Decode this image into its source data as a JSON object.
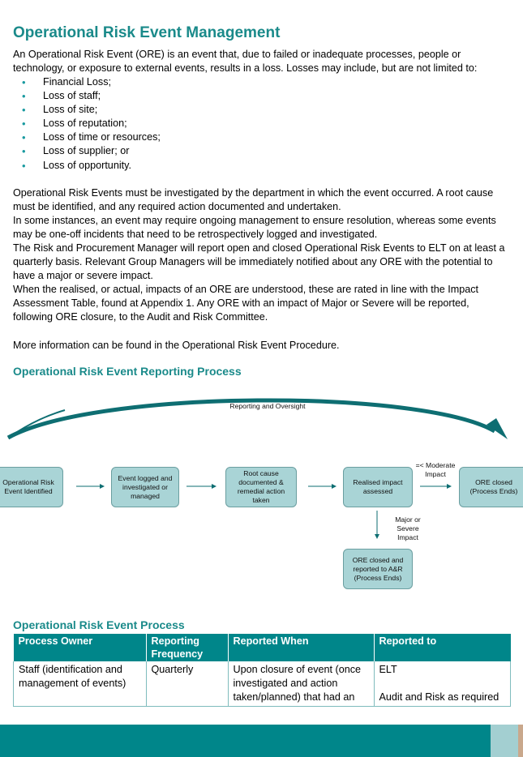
{
  "title": "Operational Risk Event Management",
  "intro": "An Operational Risk Event (ORE) is an event that, due to failed or inadequate processes, people or technology, or exposure to external events, results in a loss. Losses may include, but are not limited to:",
  "losses": [
    "Financial Loss;",
    "Loss of staff;",
    "Loss of site;",
    "Loss of reputation;",
    "Loss of time or resources;",
    "Loss of supplier; or",
    "Loss of opportunity."
  ],
  "paragraphs": [
    "Operational Risk Events must be investigated by the department in which the event occurred. A root cause must be identified, and any required action documented and undertaken.",
    "In some instances, an event may require ongoing management to ensure resolution, whereas some events may be one-off incidents that need to be retrospectively logged and investigated.",
    "The Risk and Procurement Manager will report open and closed Operational Risk Events to ELT on at least a quarterly basis. Relevant Group Managers will be immediately notified about any ORE with the potential to have a major or severe impact.",
    "When the realised, or actual, impacts of an ORE are understood, these are rated in line with the Impact Assessment Table, found at Appendix 1. Any ORE with an impact of Major or Severe will be reported, following ORE closure, to the Audit and Risk Committee."
  ],
  "more_info": "More information can be found in the Operational Risk Event Procedure.",
  "reporting_heading": "Operational Risk Event Reporting Process",
  "diagram": {
    "oversight_label": "Reporting and Oversight",
    "box1": "Operational Risk Event Identified",
    "box2": "Event logged and investigated or managed",
    "box3": "Root cause documented & remedial action taken",
    "box4": "Realised impact assessed",
    "box5": "ORE closed (Process Ends)",
    "box6": "ORE closed and reported to A&R (Process Ends)",
    "moderate_label": "=< Moderate Impact",
    "major_label": "Major or Severe Impact",
    "line_color": "#0e6e72",
    "box_color": "#a9d4d6"
  },
  "process_heading": "Operational Risk Event Process",
  "table": {
    "headers": [
      "Process Owner",
      "Reporting Frequency",
      "Reported When",
      "Reported to"
    ],
    "row1": {
      "owner": "Staff (identification and management of events)",
      "frequency": "Quarterly",
      "when": "Upon closure of event (once investigated and action taken/planned) that had an",
      "to_1": "ELT",
      "to_2": "Audit and Risk as required"
    }
  },
  "colors": {
    "accent": "#1a8a8a",
    "table_header": "#00868a",
    "footer": "#00868a"
  }
}
